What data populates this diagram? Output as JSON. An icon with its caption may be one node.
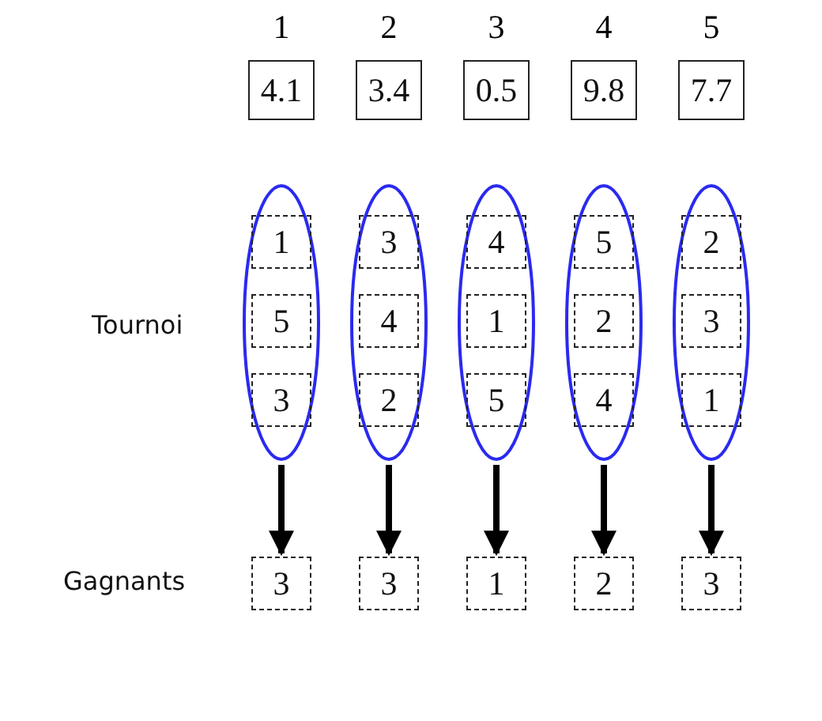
{
  "diagram": {
    "nodes": [
      {
        "text": [
          "4.1"
        ],
        "beside": [
          "1"
        ]
      },
      {
        "text": [
          "3.4"
        ],
        "beside": [
          "2"
        ]
      },
      {
        "text": [
          "0.5"
        ],
        "beside": [
          "3"
        ]
      },
      {
        "text": [
          "9.8"
        ],
        "beside": [
          "4"
        ]
      },
      {
        "text": [
          "7.7"
        ],
        "beside": [
          "5"
        ]
      },
      {
        "text": [],
        "shape": "ellipse"
      },
      {
        "text": [
          "1"
        ],
        "in": 5
      },
      {
        "text": [
          "5"
        ],
        "in": 5
      },
      {
        "text": [
          "3"
        ],
        "in": 5
      },
      {
        "text": [],
        "shape": "ellipse"
      },
      {
        "text": [
          "3"
        ],
        "in": 9
      },
      {
        "text": [
          "4"
        ],
        "in": 9
      },
      {
        "text": [
          "2"
        ],
        "in": 9
      },
      {
        "text": [],
        "shape": "ellipse"
      },
      {
        "text": [
          "4"
        ],
        "in": 13
      },
      {
        "text": [
          "1"
        ],
        "in": 13
      },
      {
        "text": [
          "5"
        ],
        "in": 13
      },
      {
        "text": [],
        "shape": "ellipse"
      },
      {
        "text": [
          "5"
        ],
        "in": 17
      },
      {
        "text": [
          "2"
        ],
        "in": 17
      },
      {
        "text": [
          "4"
        ],
        "in": 17
      },
      {
        "text": [],
        "shape": "ellipse"
      },
      {
        "text": [
          "2"
        ],
        "in": 21
      },
      {
        "text": [
          "3"
        ],
        "in": 21
      },
      {
        "text": [
          "1"
        ],
        "in": 21
      },
      {
        "text": [
          "3"
        ]
      },
      {
        "text": [
          "3"
        ]
      },
      {
        "text": [
          "1"
        ]
      },
      {
        "text": [
          "2"
        ]
      },
      {
        "text": [
          "3"
        ]
      }
    ],
    "edges": [
      {
        "from": 5,
        "to": 25,
        "arrow": "to"
      },
      {
        "from": 9,
        "to": 26,
        "arrow": "to"
      },
      {
        "from": 13,
        "to": 27,
        "arrow": "to"
      },
      {
        "from": 17,
        "to": 28,
        "arrow": "to"
      },
      {
        "from": 21,
        "to": 29,
        "arrow": "to"
      }
    ],
    "labels": [
      "Tournoi",
      "Gagnants"
    ]
  }
}
